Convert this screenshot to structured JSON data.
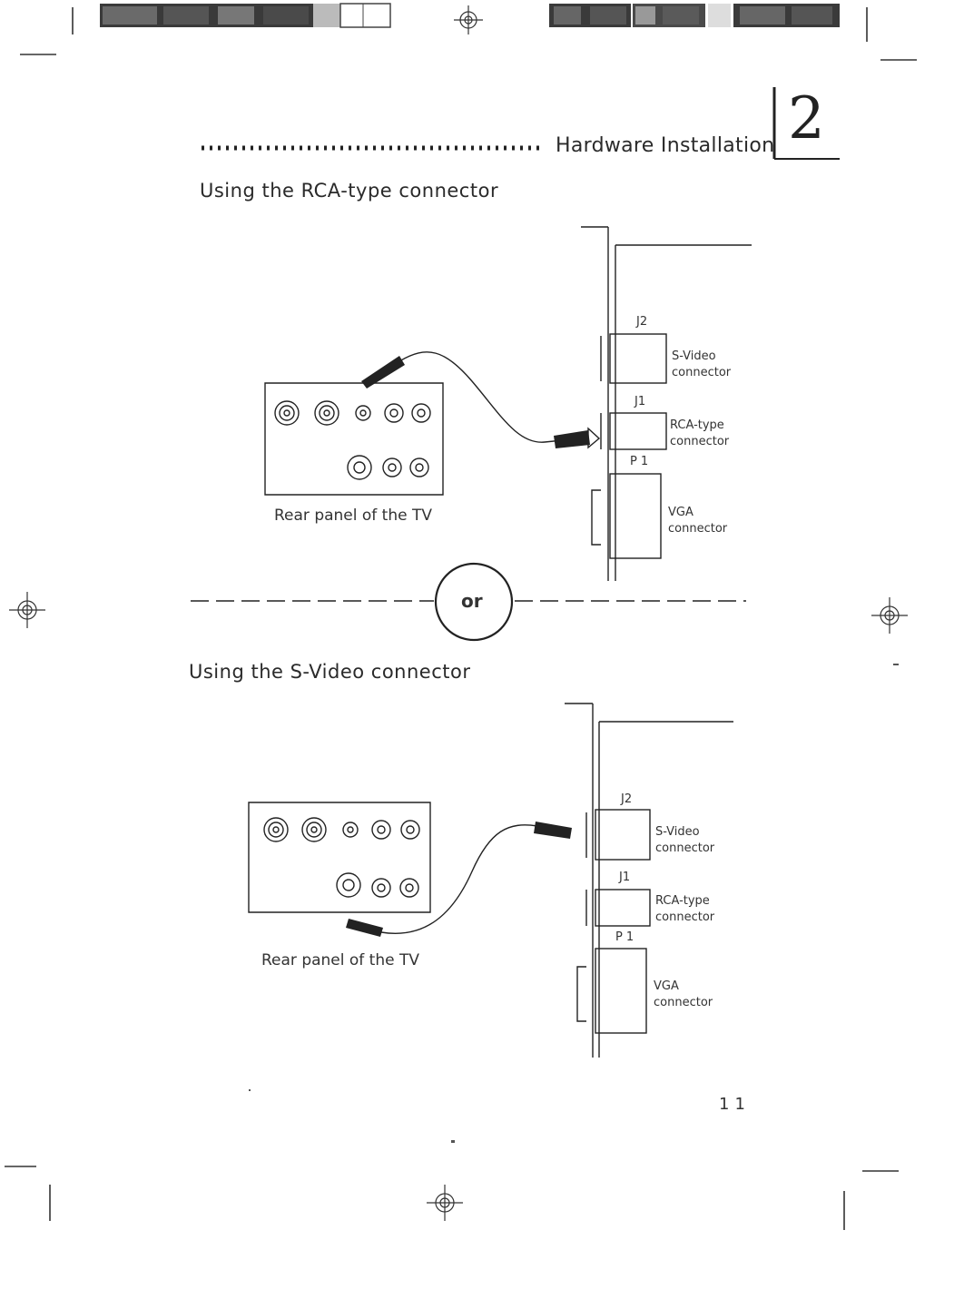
{
  "header": {
    "title": "Hardware Installation",
    "chapter_number": "2"
  },
  "section1": {
    "heading": "Using the RCA-type connector",
    "tv_caption": "Rear panel of the TV",
    "labels": {
      "j2": "J2",
      "j1": "J1",
      "p1": "P1",
      "svideo": "S-Video connector",
      "rca": "RCA-type connector",
      "vga": "VGA connector"
    }
  },
  "divider": {
    "or_text": "or"
  },
  "section2": {
    "heading": "Using the S-Video connector",
    "tv_caption": "Rear panel of the TV",
    "labels": {
      "j2": "J2",
      "j1": "J1",
      "p1": "P1",
      "svideo": "S-Video connector",
      "rca": "RCA-type connector",
      "vga": "VGA connector"
    }
  },
  "footer": {
    "page_number": "11"
  }
}
